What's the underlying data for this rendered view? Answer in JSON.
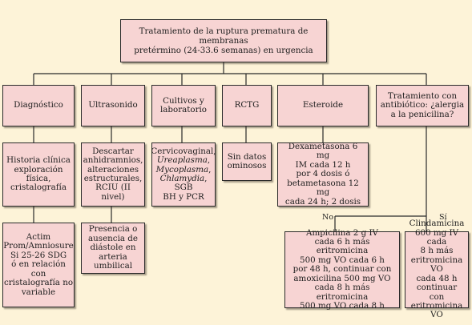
{
  "root": {
    "text": "Tratamiento de la ruptura prematura de membranas\npretérmino (24-33.6 semanas) en urgencia"
  },
  "categories": {
    "diagnostico": "Diagnóstico",
    "ultrasonido": "Ultrasonido",
    "cultivos": "Cultivos y\nlaboratorio",
    "rctg": "RCTG",
    "esteroide": "Esteroide",
    "tratamiento": "Tratamiento con\nantibiótico: ¿alergia\na la penicilina?"
  },
  "details": {
    "historia": "Historia clínica\nexploración física,\ncristalografía",
    "descartar": "Descartar\nanhidramnios,\nalteraciones\nestructurales,\nRCIU (II nivel)",
    "cultivos_lines": [
      {
        "parts": [
          {
            "text": "Cervicovaginal,",
            "italic": false
          }
        ]
      },
      {
        "parts": [
          {
            "text": "Ureaplasma",
            "italic": true
          },
          {
            "text": ",",
            "italic": false
          }
        ]
      },
      {
        "parts": [
          {
            "text": "Mycoplasma",
            "italic": true
          },
          {
            "text": ",",
            "italic": false
          }
        ]
      },
      {
        "parts": [
          {
            "text": "Chlamydia",
            "italic": true
          },
          {
            "text": ", SGB",
            "italic": false
          }
        ]
      },
      {
        "parts": [
          {
            "text": "BH y PCR",
            "italic": false
          }
        ]
      }
    ],
    "sin_datos": "Sin datos\nominosos",
    "dexametasona": "Dexametasona 6 mg\nIM cada 12 h\npor 4 dosis ó\nbetametasona 12 mg\ncada 24 h; 2 dosis"
  },
  "level3": {
    "actim": "Actim\nProm/Amniosure\nSi 25-26 SDG\nó en relación con\ncristalografía no\nvariable",
    "presencia": "Presencia o\nausencia de\ndiástole en\narteria umbilical",
    "ampicilina": "Ampicilina 2 g IV\ncada 6 h más eritromicina\n500 mg VO cada 6 h\npor 48 h, continuar con\namoxicilina 500 mg VO\ncada 8 h más eritromicina\n500 mg VO cada 8 h",
    "clindamicina": "Clindamicina\n600 mg IV cada\n8 h más\neritromicina VO\ncada 48 h\ncontinuar con\neritromicina VO"
  },
  "branch_labels": {
    "no": "No",
    "si": "Sí"
  },
  "colors": {
    "box_fill": "#f7d4d3",
    "background": "#fdf3d8",
    "line": "#2a2a2a"
  }
}
